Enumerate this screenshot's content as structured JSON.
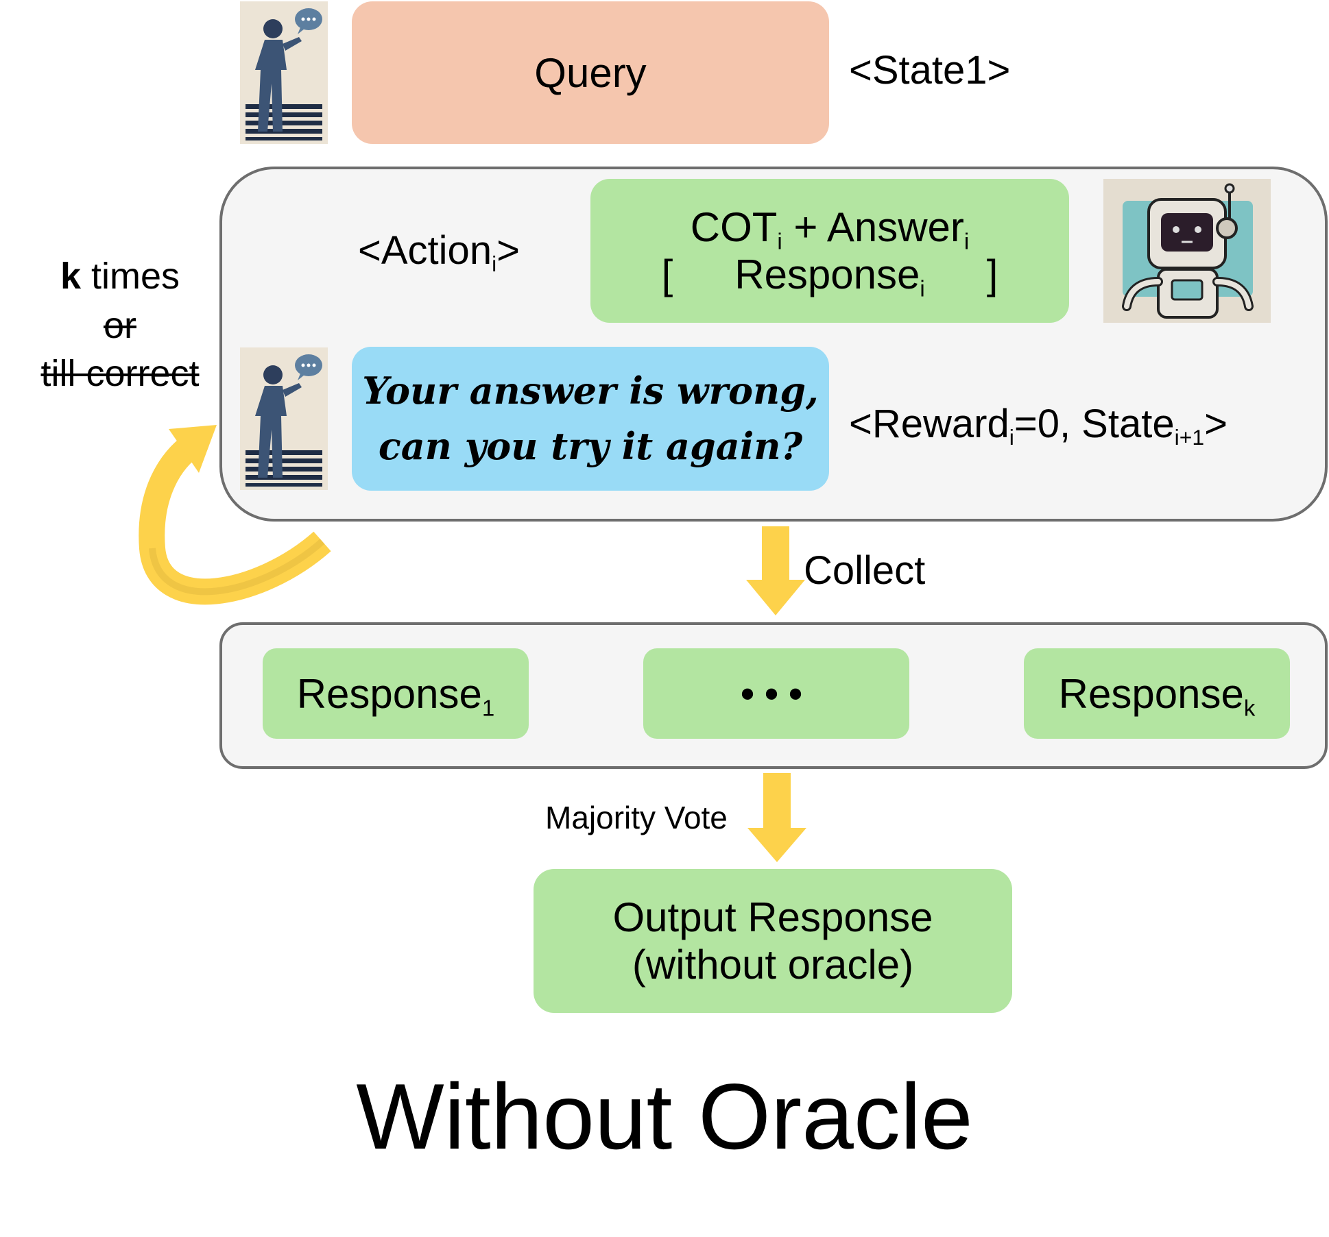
{
  "query": {
    "label": "Query",
    "state": "<State1>"
  },
  "loop": {
    "k_bold": "k",
    "times": " times",
    "or": "or",
    "till_correct": "till correct"
  },
  "action": {
    "open": "<Action",
    "sub": "i",
    "close": ">"
  },
  "cot_box": {
    "cot": "COT",
    "cot_sub": "i",
    "plus": " + Answer",
    "answer_sub": "i",
    "bracket_open": "[",
    "response": "Response",
    "response_sub": "i",
    "bracket_close": "]"
  },
  "feedback": {
    "line1": "Your answer is wrong,",
    "line2": "can you try it again?"
  },
  "reward": {
    "open": "<Reward",
    "reward_sub": "i",
    "mid": "=0, State",
    "state_sub": "i+1",
    "close": ">"
  },
  "collect_label": "Collect",
  "responses": {
    "first": "Response",
    "first_sub": "1",
    "ellipsis": "•••",
    "last": "Response",
    "last_sub": "k"
  },
  "majority_vote_label": "Majority Vote",
  "output": {
    "line1": "Output Response",
    "line2": "(without oracle)"
  },
  "caption": "Without Oracle",
  "colors": {
    "query": "#f5c6ae",
    "green": "#b3e5a1",
    "blue": "#99dbf6",
    "arrow": "#fdd24b",
    "panel_bg": "#f5f5f5",
    "panel_border": "#6e6e6e"
  },
  "icons": [
    "user-speaking-icon",
    "robot-icon",
    "curved-arrow-icon",
    "down-arrow-icon"
  ]
}
